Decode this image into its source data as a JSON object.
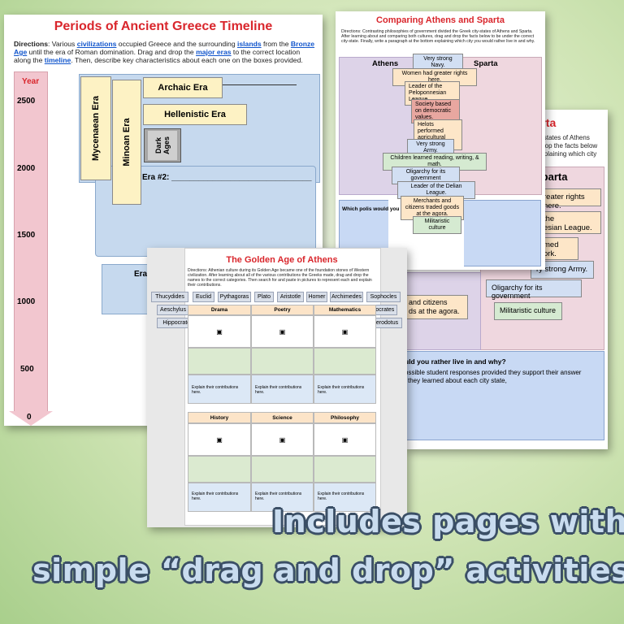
{
  "timeline": {
    "title": "Periods of Ancient Greece Timeline",
    "directions_label": "Directions",
    "directions_l1a": ": Various ",
    "directions_l1_link1": "civilizations",
    "directions_l1b": " occupied Greece and the surrounding ",
    "directions_l1_link2": "islands",
    "directions_l1c": " from the ",
    "directions_l1_link3": "Bronze",
    "directions_l2_link": "Age",
    "directions_l2": " until the era of Roman domination. Drag and drop the ",
    "directions_l2_link2": "major eras",
    "directions_l2b": " to the correct location",
    "directions_l3a": "along the ",
    "directions_l3_link": "timeline",
    "directions_l3b": ". Then, describe key characteristics about each one on the boxes provided.",
    "axis_label": "Year",
    "ticks": [
      "2500",
      "2000",
      "1500",
      "1000",
      "500",
      "0"
    ],
    "eras": {
      "mycenaean": "Mycenaean Era",
      "minoan": "Minoan Era",
      "archaic": "Archaic Era",
      "hellenistic": "Hellenistic Era",
      "dark_ages": "Dark Ages"
    },
    "era2_label": "Era #2: _______________________________",
    "era_partial": "Era"
  },
  "compare": {
    "title": "Comparing Athens and Sparta",
    "directions": "Directions: Contrasting philosophies of government divided the Greek city-states of Athens and Sparta. After learning about and comparing both cultures, drag and drop the facts below to be under the correct city-state. Finally, write a paragraph at the bottom explaining which city you would rather live in and why.",
    "athens": "Athens",
    "sparta": "Sparta",
    "facts": [
      "Very strong Navy.",
      "Women had greater rights here.",
      "Leader of the Peloponnesian League.",
      "Society based on democratic values.",
      "Helots performed agricultural work.",
      "Very strong Army.",
      "Children learned reading, writing, & math.",
      "Oligarchy for its government",
      "Leader of the Delian League.",
      "Merchants and citizens traded goods at the agora.",
      "Militaristic culture"
    ],
    "question": "Which polis would you"
  },
  "compare_back": {
    "title_fragment": "parta",
    "dir_l1": "k city-states of Athens",
    "dir_l2": "and drop the facts below",
    "dir_l3": "om explaining which city",
    "sparta_fragment": "Sparta",
    "chips": {
      "greater_rights": "reater rights here.",
      "peloponnesian_l1": "the",
      "peloponnesian_l2": "esian League.",
      "helots_l1": "med",
      "helots_l2": "ork.",
      "army": "ry strong Army.",
      "oligarchy": "Oligarchy for its government",
      "militaristic": "Militaristic culture",
      "merchants_l1": "and citizens",
      "merchants_l2": "ds at the agora."
    },
    "question": "uld you rather live in and why?",
    "answer_l1": "ossible student responses provided they support their answer",
    "answer_l2": "they learned about each city state,"
  },
  "golden": {
    "title": "The Golden Age of Athens",
    "directions": "Directions: Athenian culture during its Golden Age became one of the foundation stones of Western civilization. After learning about all of the various contributions the Greeks made, drag and drop the names to the correct categories. Then search for and paste in pictures to represent each and explain their contributions.",
    "names": [
      "Thucydides",
      "Euclid",
      "Pythagoras",
      "Plato",
      "Aristotle",
      "Homer",
      "Archimedes",
      "Sophocles",
      "Aeschylus",
      "Socrates",
      "Hippocrates",
      "Herodotus"
    ],
    "categories_top": [
      "Drama",
      "Poetry",
      "Mathematics"
    ],
    "categories_bottom": [
      "History",
      "Science",
      "Philosophy"
    ],
    "explain": "Explain their contributions here."
  },
  "caption": {
    "line1": "Includes pages with",
    "line2": "simple “drag and drop” activities!"
  },
  "colors": {
    "title_red": "#d9262c",
    "link_blue": "#1155cc",
    "pink_axis": "#f2c6cf",
    "era_tan": "#fdf2c4",
    "timeline_blue": "#c6d9ee",
    "athens_purple": "#ddd3e8",
    "sparta_pink": "#efd7df",
    "header_peach": "#fce4c8",
    "row_green": "#dbead0",
    "row_blue": "#dce8f6"
  }
}
